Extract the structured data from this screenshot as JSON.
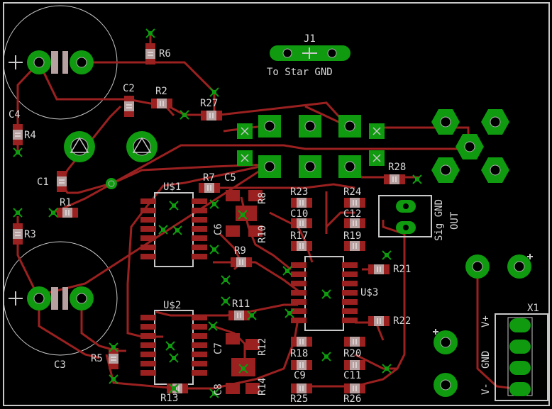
{
  "colors": {
    "background": "#000000",
    "copper": "#9b2020",
    "pad": "#0f9a0f",
    "part": "#b7a0a0",
    "silk": "#c8c8c8",
    "outline": "#c8c8c8"
  },
  "labels": {
    "j1": "J1",
    "to_star_gnd": "To Star GND",
    "c4": "C4",
    "r4": "R4",
    "c2": "C2",
    "r2": "R2",
    "r6": "R6",
    "r27": "R27",
    "c1": "C1",
    "r1": "R1",
    "r3": "R3",
    "c3": "C3",
    "r5": "R5",
    "r7": "R7",
    "c5": "C5",
    "r8": "R8",
    "c6": "C6",
    "r10": "R10",
    "r9": "R9",
    "u1": "U$1",
    "u2": "U$2",
    "u3": "U$3",
    "r11": "R11",
    "c7": "C7",
    "r12": "R12",
    "c8": "C8",
    "r14": "R14",
    "r13": "R13",
    "r23": "R23",
    "c10": "C10",
    "r17": "R17",
    "r24": "R24",
    "c12": "C12",
    "r19": "R19",
    "r21": "R21",
    "r22": "R22",
    "r18": "R18",
    "c9": "C9",
    "r25": "R25",
    "r20": "R20",
    "c11": "C11",
    "r26": "R26",
    "r28": "R28",
    "sig_gnd": "Sig GND",
    "out": "OUT",
    "x1": "X1",
    "v_plus": "V+",
    "gnd": "GND",
    "v_minus": "V-",
    "plus_sign": "+"
  }
}
